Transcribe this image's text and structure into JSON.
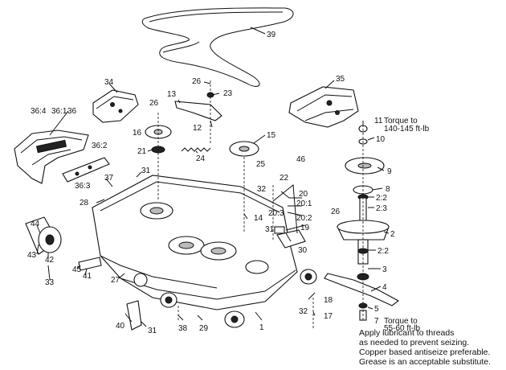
{
  "callouts": {
    "n1": "1",
    "n2": "2",
    "n2_2a": "2:2",
    "n2_2b": "2:2",
    "n2_3": "2:3",
    "n3": "3",
    "n4": "4",
    "n5": "5",
    "n7": "7",
    "n8": "8",
    "n9": "9",
    "n10": "10",
    "n11": "11",
    "n12": "12",
    "n13": "13",
    "n14": "14",
    "n15": "15",
    "n16": "16",
    "n17": "17",
    "n18": "18",
    "n19": "19",
    "n20": "20",
    "n20_1": "20:1",
    "n20_2": "20:2",
    "n20_3": "20:3",
    "n21": "21",
    "n22": "22",
    "n23": "23",
    "n24": "24",
    "n25": "25",
    "n26a": "26",
    "n26b": "26",
    "n26c": "26",
    "n27": "27",
    "n28": "28",
    "n29": "29",
    "n30": "30",
    "n31a": "31",
    "n31b": "31",
    "n31c": "31",
    "n32a": "32",
    "n32b": "32",
    "n33": "33",
    "n34": "34",
    "n35": "35",
    "n36": "36",
    "n36_1": "36:1",
    "n36_2": "36:2",
    "n36_3": "36:3",
    "n36_4": "36:4",
    "n37": "37",
    "n38": "38",
    "n39": "39",
    "n40": "40",
    "n41": "41",
    "n42": "42",
    "n43": "43",
    "n44": "44",
    "n45": "45",
    "n46": "46"
  },
  "torque": {
    "t11_line1": "Torque to",
    "t11_line2": "140-145 ft-lb",
    "t7_line1": "Torque to",
    "t7_line2": "55-60 ft-lb"
  },
  "notes": [
    "Apply lubricant to threads",
    "as needed to prevent seizing.",
    "Copper based antiseize preferable.",
    "Grease is an acceptable substitute."
  ]
}
